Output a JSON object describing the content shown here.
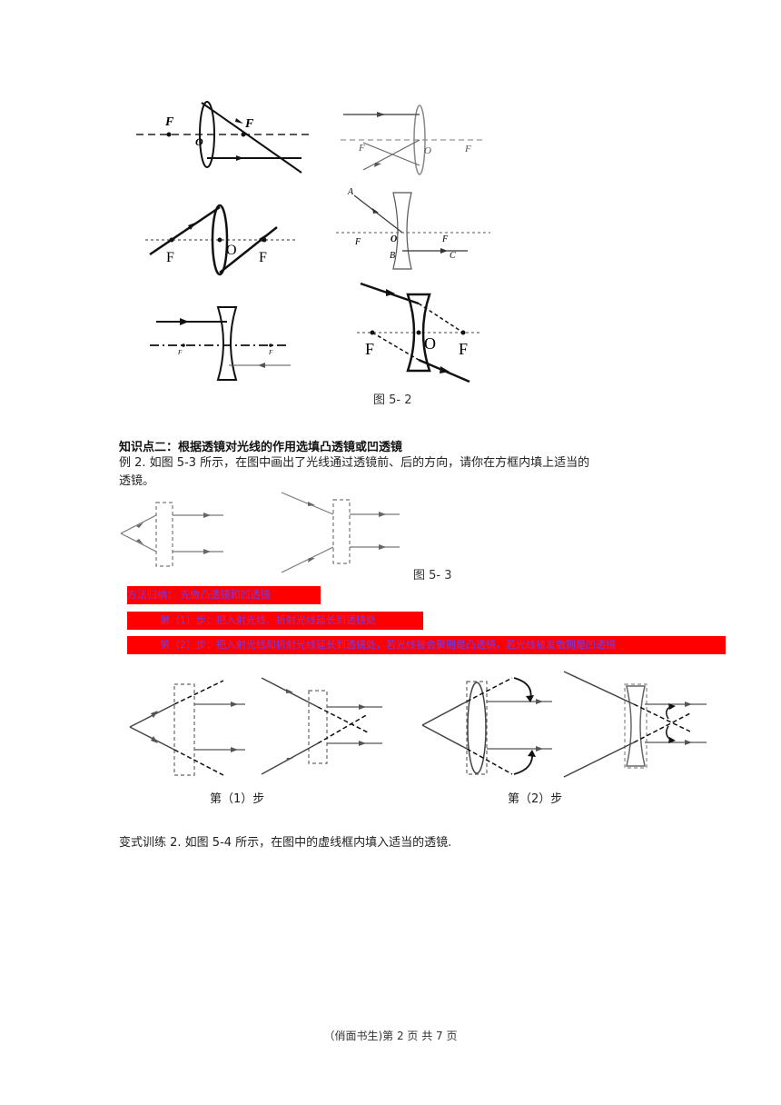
{
  "figure_5_2": {
    "caption": "图 5- 2",
    "panels": [
      {
        "labels": [
          "F",
          "F",
          "O"
        ]
      },
      {
        "labels": [
          "F",
          "O",
          "F"
        ]
      },
      {
        "labels": [
          "F",
          "O",
          "F"
        ]
      },
      {
        "labels": [
          "A",
          "F",
          "O",
          "F",
          "B",
          "C"
        ]
      },
      {
        "labels": [
          "F",
          "F"
        ]
      },
      {
        "labels": [
          "F",
          "O",
          "F"
        ]
      }
    ]
  },
  "section": {
    "heading": "知识点二：根据透镜对光线的作用选填凸透镜或凹透镜",
    "example_line1": "例 2. 如图 5-3 所示，在图中画出了光线通过透镜前、后的方向，请你在方框内填上适当的",
    "example_line2": "透镜。",
    "figure_5_3_caption": "图 5- 3"
  },
  "red_bars": [
    {
      "text": "方法归纳：  先做凸透镜和凹透镜"
    },
    {
      "text": "第（1）步：把入射光线、折射光线延长到透镜处"
    },
    {
      "text": "第（2）步：把入射光线和折射光线延长到透镜处，若光线被会聚则是凸透镜，若光线被发散则是凹透镜"
    }
  ],
  "steps": {
    "step1_label": "第（1）步",
    "step2_label": "第（2）步"
  },
  "variant": {
    "text": "变式训练 2. 如图 5-4 所示，在图中的虚线框内填入适当的透镜."
  },
  "footer": {
    "text": "（俏面书生)第  2  页  共  7  页"
  }
}
